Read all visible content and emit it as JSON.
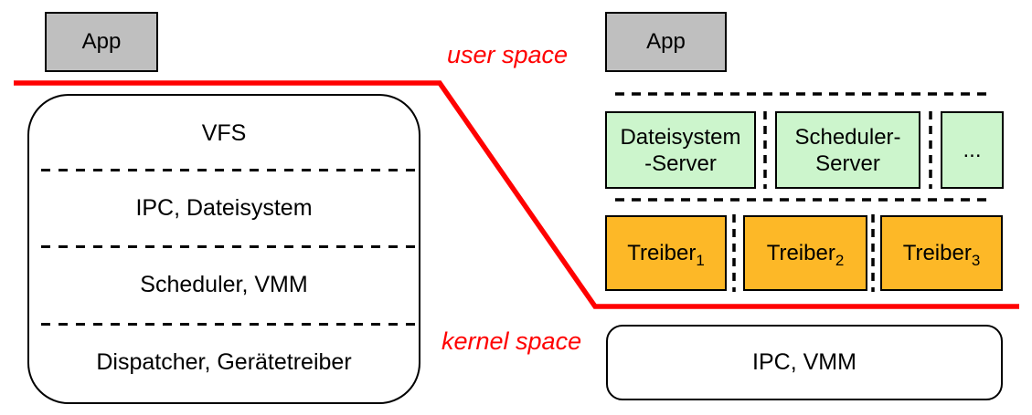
{
  "colors": {
    "red": "#FF0000",
    "gray_fill": "#BFBFBF",
    "green_fill": "#CCF5CC",
    "orange_fill": "#FDB827",
    "line": "#000000",
    "canvas_bg": "#FFFFFF"
  },
  "regions": {
    "user_space_label": "user space",
    "kernel_space_label": "kernel space"
  },
  "monolithic": {
    "app": "App",
    "layers": [
      "VFS",
      "IPC, Dateisystem",
      "Scheduler, VMM",
      "Dispatcher, Gerätetreiber"
    ]
  },
  "microkernel": {
    "app": "App",
    "servers": [
      {
        "line1": "Dateisystem",
        "line2": "-Server"
      },
      {
        "line1": "Scheduler-",
        "line2": "Server"
      },
      {
        "line1": "...",
        "line2": ""
      }
    ],
    "drivers": [
      {
        "label": "Treiber",
        "sub": "1"
      },
      {
        "label": "Treiber",
        "sub": "2"
      },
      {
        "label": "Treiber",
        "sub": "3"
      }
    ],
    "kernel": "IPC, VMM"
  }
}
